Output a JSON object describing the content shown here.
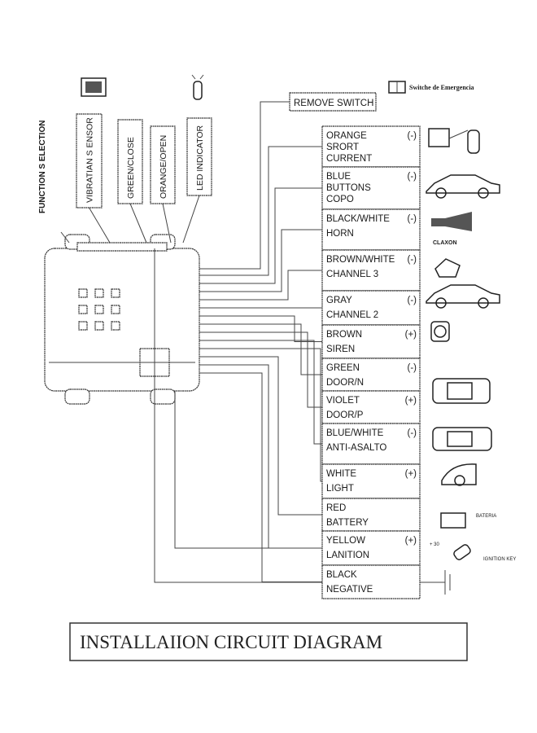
{
  "title": "INSTALLAIION CIRCUIT DIAGRAM",
  "function_selection": "FUNCTION S ELECTION",
  "remove_switch": "REMOVE SWITCH",
  "emergency_switch": "Switche de Emergencia",
  "top_inputs": [
    {
      "label": "VIBRATIAN S ENSOR"
    },
    {
      "label": "GREEN/CLOSE"
    },
    {
      "label": "ORANGE/OPEN"
    },
    {
      "label": "LED INDICATOR"
    }
  ],
  "wires": [
    {
      "color": "ORANGE",
      "polarity": "(-)",
      "function": "SRORT",
      "function2": "CURRENT"
    },
    {
      "color": "BLUE",
      "polarity": "(-)",
      "function": "BUTTONS",
      "function2": "COPO"
    },
    {
      "color": "BLACK/WHITE",
      "polarity": "(-)",
      "function": "HORN"
    },
    {
      "color": "BROWN/WHITE",
      "polarity": "(-)",
      "function": "CHANNEL 3"
    },
    {
      "color": "GRAY",
      "polarity": "(-)",
      "function": "CHANNEL 2"
    },
    {
      "color": "BROWN",
      "polarity": "(+)",
      "function": "SIREN"
    },
    {
      "color": "GREEN",
      "polarity": "(-)",
      "function": "DOOR/N"
    },
    {
      "color": "VIOLET",
      "polarity": "(+)",
      "function": "DOOR/P"
    },
    {
      "color": "BLUE/WHITE",
      "polarity": "(-)",
      "function": "ANTI-ASALTO"
    },
    {
      "color": "WHITE",
      "polarity": "(+)",
      "function": "LIGHT"
    },
    {
      "color": "RED",
      "polarity": "",
      "function": "BATTERY"
    },
    {
      "color": "YELLOW",
      "polarity": "(+)",
      "function": "LANITION"
    },
    {
      "color": "BLACK",
      "polarity": "",
      "function": "NEGATIVE"
    }
  ],
  "icon_labels": {
    "claxon": "CLAXON",
    "bateria": "BATERIA",
    "ignition": "IGNITION KEY",
    "plus30": "+ 30"
  }
}
